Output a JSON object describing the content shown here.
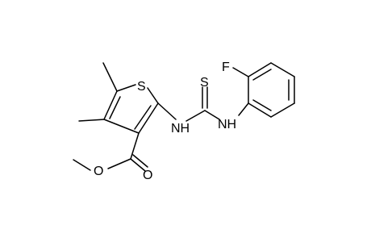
{
  "molecule": {
    "atoms": {
      "S_ring": "S",
      "S_thio": "S",
      "F": "F",
      "NH_left": "NH",
      "NH_right": "NH",
      "O_ester": "O",
      "O_carbonyl": "O"
    },
    "colors": {
      "bond": "#000000",
      "label": "#000000",
      "background": "#ffffff"
    }
  }
}
